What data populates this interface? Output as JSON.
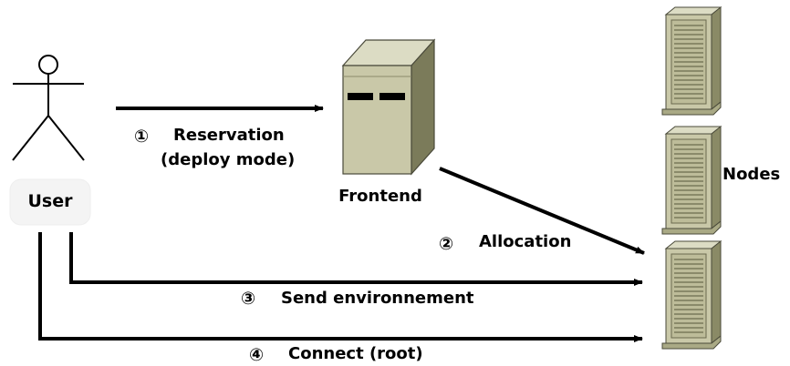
{
  "actors": {
    "user": {
      "label": "User"
    }
  },
  "servers": {
    "frontend": {
      "label": "Frontend"
    },
    "nodes": {
      "label": "Nodes"
    }
  },
  "steps": [
    {
      "number": "①",
      "label": "Reservation",
      "sublabel": "(deploy mode)"
    },
    {
      "number": "②",
      "label": "Allocation"
    },
    {
      "number": "③",
      "label": "Send environnement"
    },
    {
      "number": "④",
      "label": "Connect (root)"
    }
  ],
  "colors": {
    "arrow": "#000000",
    "server_face": "#c9c8a8",
    "server_top": "#dcdcc4",
    "server_side": "#7b7b5a",
    "server_outline": "#4a4a3a",
    "user_box": "#f4f4f4"
  }
}
